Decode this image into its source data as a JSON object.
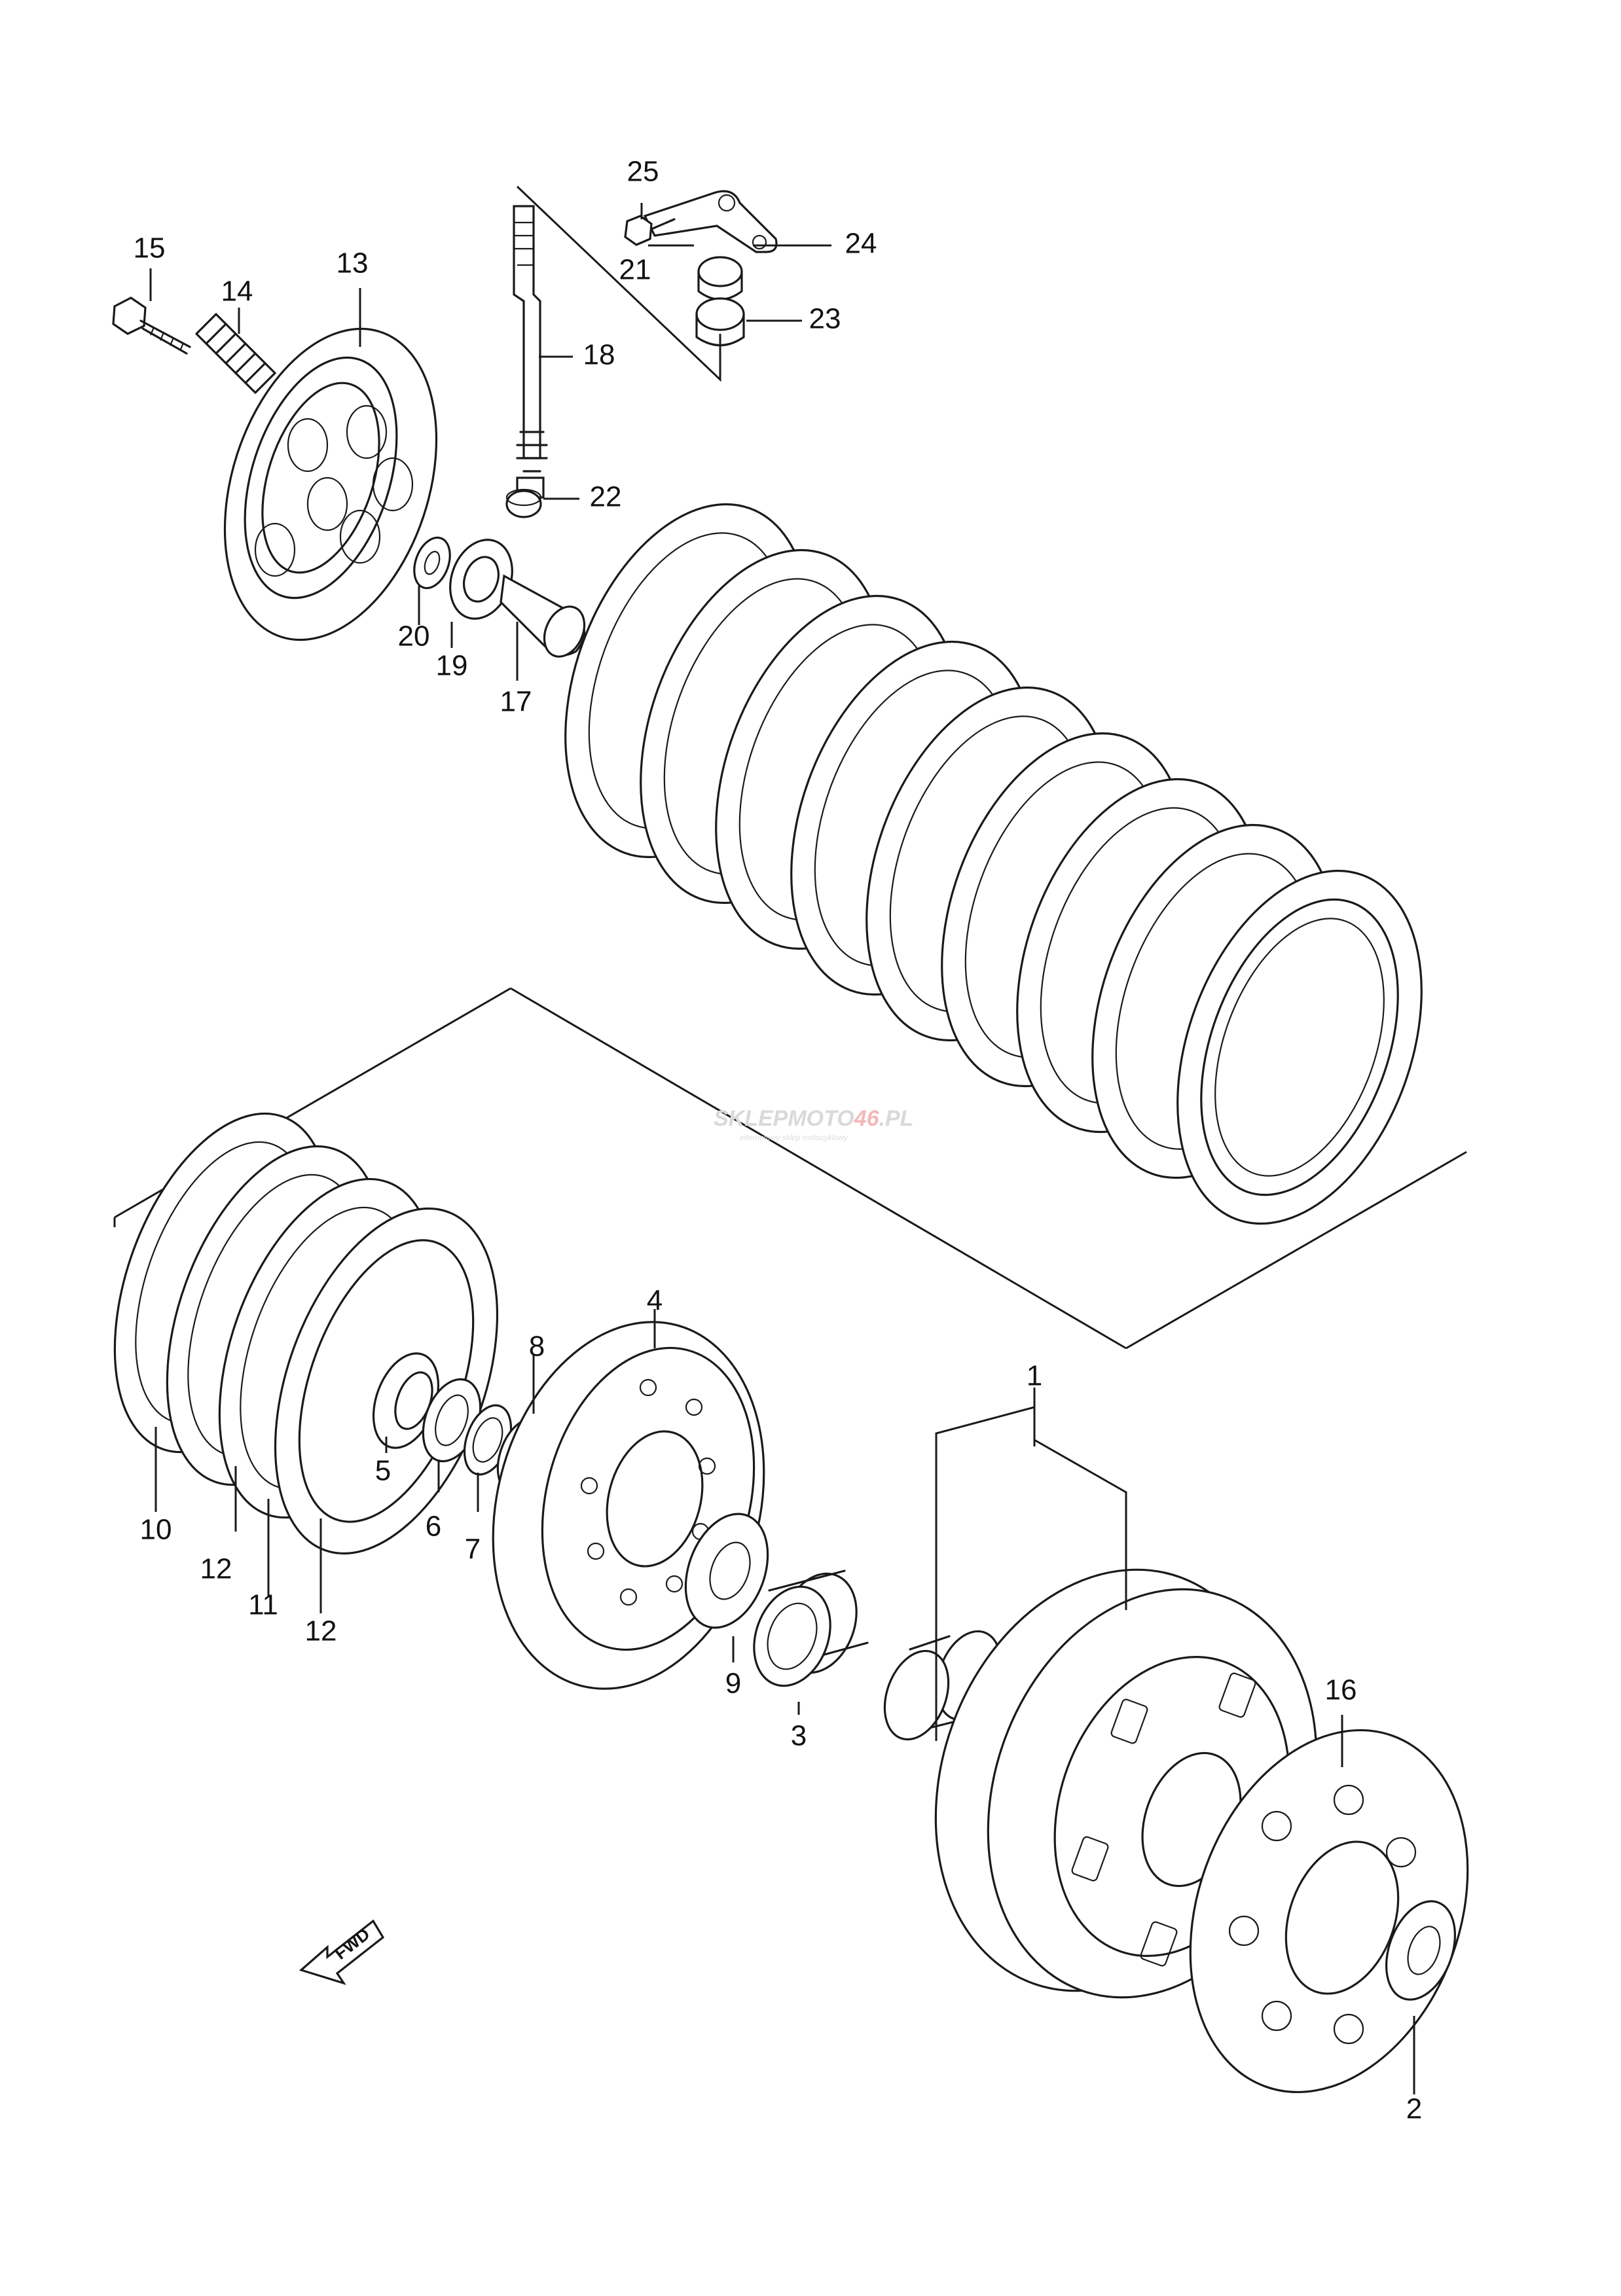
{
  "callouts": {
    "p1": "1",
    "p2": "2",
    "p3": "3",
    "p4": "4",
    "p5": "5",
    "p6": "6",
    "p7": "7",
    "p8": "8",
    "p9": "9",
    "p10": "10",
    "p11": "11",
    "p12a": "12",
    "p12b": "12",
    "p13": "13",
    "p14": "14",
    "p15": "15",
    "p16": "16",
    "p17": "17",
    "p18": "18",
    "p19": "19",
    "p20": "20",
    "p21": "21",
    "p22": "22",
    "p23": "23",
    "p24": "24",
    "p25": "25"
  },
  "direction_marker": {
    "label": "FWD",
    "icon": "fwd-arrow-icon"
  },
  "watermark": {
    "part1": "SKLEPMOTO",
    "part2": "46",
    "part3": ".PL",
    "tagline": "internetowy sklep motocyklowy"
  },
  "colors": {
    "ink": "#1a1a1a",
    "background": "#ffffff",
    "watermark_accent": "#f2b8b8"
  }
}
